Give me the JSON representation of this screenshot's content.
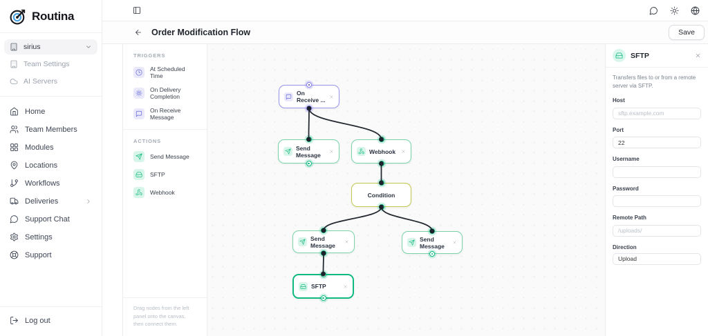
{
  "app": {
    "name": "Routina"
  },
  "header": {
    "title": "Order Modification Flow",
    "save_label": "Save"
  },
  "sidebar": {
    "workspace": {
      "name": "sirius"
    },
    "secondary": [
      {
        "label": "Team Settings"
      },
      {
        "label": "AI Servers"
      }
    ],
    "nav": [
      {
        "label": "Home"
      },
      {
        "label": "Team Members"
      },
      {
        "label": "Modules"
      },
      {
        "label": "Locations"
      },
      {
        "label": "Workflows"
      },
      {
        "label": "Deliveries"
      },
      {
        "label": "Support Chat"
      },
      {
        "label": "Settings"
      },
      {
        "label": "Support"
      }
    ],
    "logout": {
      "label": "Log out"
    }
  },
  "palette": {
    "triggers_title": "TRIGGERS",
    "triggers": [
      {
        "label": "At Scheduled Time"
      },
      {
        "label": "On Delivery Completion"
      },
      {
        "label": "On Receive Message"
      }
    ],
    "actions_title": "ACTIONS",
    "actions": [
      {
        "label": "Send Message"
      },
      {
        "label": "SFTP"
      },
      {
        "label": "Webhook"
      }
    ],
    "hint": "Drag nodes from the left panel onto the canvas, then connect them."
  },
  "canvas": {
    "nodes": [
      {
        "label": "On Receive ...",
        "type": "trigger"
      },
      {
        "label": "Send Message",
        "type": "action"
      },
      {
        "label": "Webhook",
        "type": "action"
      },
      {
        "label": "Condition",
        "type": "condition"
      },
      {
        "label": "Send Message",
        "type": "action"
      },
      {
        "label": "Send Message",
        "type": "action"
      },
      {
        "label": "SFTP",
        "type": "action",
        "selected": true
      }
    ]
  },
  "inspector": {
    "title": "SFTP",
    "description": "Transfers files to or from a remote server via SFTP.",
    "fields": {
      "host": {
        "label": "Host",
        "placeholder": "sftp.example.com"
      },
      "port": {
        "label": "Port",
        "value": "22"
      },
      "username": {
        "label": "Username"
      },
      "password": {
        "label": "Password"
      },
      "remote_path": {
        "label": "Remote Path",
        "placeholder": "/uploads/"
      },
      "direction": {
        "label": "Direction",
        "value": "Upload"
      }
    }
  },
  "colors": {
    "accent_green": "#10b981",
    "accent_purple": "#6366f1",
    "condition_yellow": "#c3c64a",
    "edge": "#262a33"
  }
}
